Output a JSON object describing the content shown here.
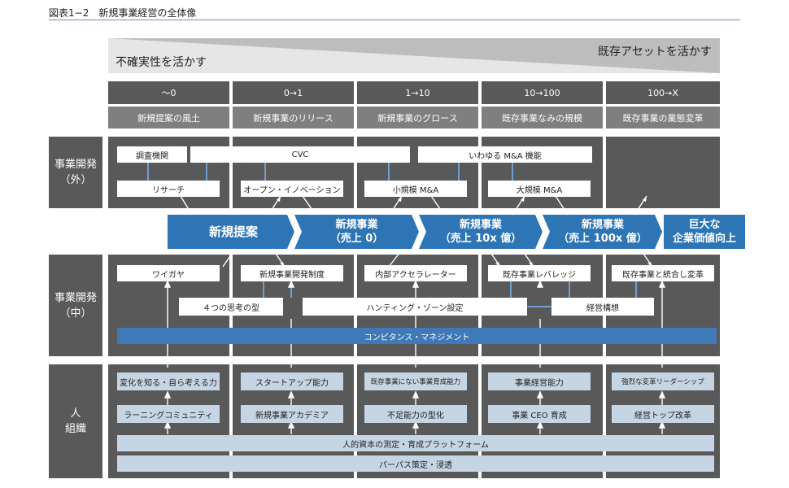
{
  "figure_title": "図表1−2　新規事業経営の全体像",
  "banner": {
    "left_text": "不確実性を活かす",
    "right_text": "既存アセットを活かす"
  },
  "phases": [
    {
      "range": "〜0",
      "name": "新規提案の風土"
    },
    {
      "range": "0→1",
      "name": "新規事業のリリース"
    },
    {
      "range": "1→10",
      "name": "新規事業のグロース"
    },
    {
      "range": "10→100",
      "name": "既存事業なみの規模"
    },
    {
      "range": "100→X",
      "name": "既存事業の業態変革"
    }
  ],
  "rows": {
    "external": {
      "line1": "事業開発",
      "line2": "（外）"
    },
    "internal": {
      "line1": "事業開発",
      "line2": "（中）"
    },
    "people": {
      "line1": "人",
      "line2": "組織"
    }
  },
  "external": {
    "top_boxes": [
      "調査機関",
      "CVC",
      "いわゆる M&A 機能"
    ],
    "bottom_boxes": [
      "リサーチ",
      "オープン・イノベーション",
      "小規模 M&A",
      "大規模 M&A"
    ]
  },
  "chevrons": [
    {
      "line1": "新規提案",
      "line2": ""
    },
    {
      "line1": "新規事業",
      "line2": "（売上 0）"
    },
    {
      "line1": "新規事業",
      "line2": "（売上 10x 億）"
    },
    {
      "line1": "新規事業",
      "line2": "（売上 100x 億）"
    },
    {
      "line1": "巨大な",
      "line2": "企業価値向上"
    }
  ],
  "internal": {
    "top_boxes": [
      "ワイガヤ",
      "新規事業開発制度",
      "内部アクセラレーター",
      "既存事業レバレッジ",
      "既存事業と統合し変革"
    ],
    "mid_boxes": [
      "４つの思考の型",
      "ハンティング・ゾーン設定",
      "経営構想"
    ],
    "bar": "コンピタンス・マネジメント"
  },
  "people": {
    "top_boxes": [
      "変化を知る・自ら考える力",
      "スタートアップ能力",
      "既存事業にない事業育成能力",
      "事業経営能力",
      "強烈な変革リーダーシップ"
    ],
    "bottom_boxes": [
      "ラーニングコミュニティ",
      "新規事業アカデミア",
      "不足能力の型化",
      "事業 CEO 育成",
      "経営トップ改革"
    ],
    "bar1": "人的資本の測定・育成プラットフォーム",
    "bar2": "パーパス策定・浸透"
  },
  "colors": {
    "dark_panel": "#595959",
    "mid_gray": "#7f7f7f",
    "chevron_blue": "#2e75b6",
    "light_blue": "#c6d5e4",
    "bar_blue": "#3f7ab8"
  }
}
